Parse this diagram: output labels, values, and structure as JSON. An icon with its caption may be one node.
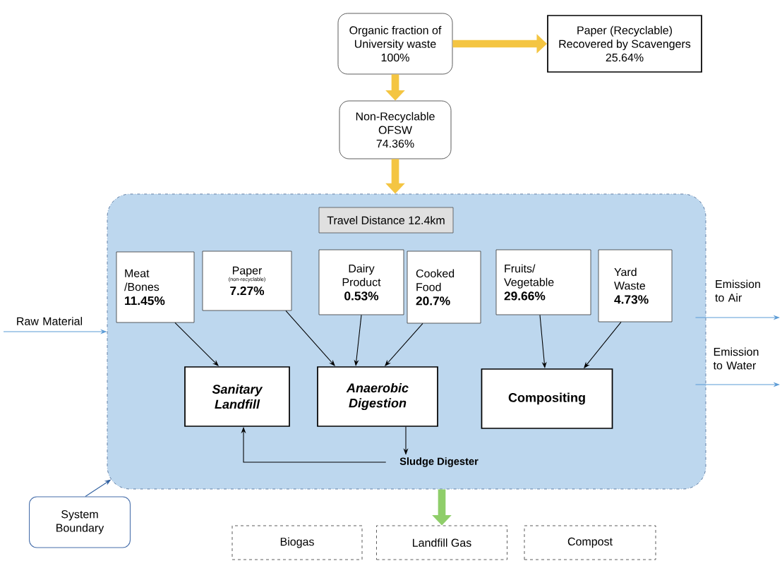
{
  "diagram": {
    "nodes": [
      {
        "text": [
          "Organic fraction of University waste",
          "100%"
        ]
      },
      {
        "text": [
          "Paper (Recyclable) Recovered by Scavengers",
          "25.64%"
        ]
      },
      {
        "text": [
          "Non-Recyclable OFSW",
          "74.36%"
        ]
      },
      {
        "text": [],
        "shape": "box"
      },
      {
        "text": [
          "Travel Distance 12.4km"
        ],
        "in": 3
      },
      {
        "text": [
          "Meat /Bones",
          "11.45%"
        ],
        "in": 3
      },
      {
        "text": [
          "Paper",
          "(non-recyclable)",
          "7.27%"
        ],
        "in": 3
      },
      {
        "text": [
          "Dairy Product",
          "0.53%"
        ],
        "in": 3
      },
      {
        "text": [
          "Cooked Food",
          "20.7%"
        ],
        "in": 3
      },
      {
        "text": [
          "Fruits/ Vegetable",
          "29.66%"
        ],
        "in": 3
      },
      {
        "text": [
          "Yard Waste",
          "4.73%"
        ],
        "in": 3
      },
      {
        "text": [
          "Sanitary Landfill"
        ],
        "in": 3
      },
      {
        "text": [
          "Anaerobic Digestion"
        ],
        "in": 3
      },
      {
        "text": [
          "Compositing"
        ],
        "in": 3
      },
      {
        "text": [
          "Sludge Digester"
        ],
        "in": 3
      },
      {
        "text": [
          "System Boundary"
        ]
      },
      {
        "text": [
          "Biogas"
        ]
      },
      {
        "text": [
          "Landfill Gas"
        ]
      },
      {
        "text": [
          "Compost"
        ]
      }
    ],
    "edges": [
      {
        "from": 0,
        "to": 1,
        "arrow": "to",
        "style": "thick",
        "color": "#f4c542"
      },
      {
        "from": 0,
        "to": 2,
        "arrow": "to",
        "style": "thick",
        "color": "#f4c542"
      },
      {
        "from": 2,
        "to": 3,
        "arrow": "to",
        "style": "thick",
        "color": "#f4c542"
      },
      {
        "from": 5,
        "to": 11,
        "arrow": "to"
      },
      {
        "from": 6,
        "to": 12,
        "arrow": "to"
      },
      {
        "from": 7,
        "to": 12,
        "arrow": "to"
      },
      {
        "from": 8,
        "to": 12,
        "arrow": "to"
      },
      {
        "from": 9,
        "to": 13,
        "arrow": "to"
      },
      {
        "from": 10,
        "to": 13,
        "arrow": "to"
      },
      {
        "from": 12,
        "to": 14,
        "arrow": "to"
      },
      {
        "from": 14,
        "to": 11,
        "arrow": "to"
      },
      {
        "from": 3,
        "to": 17,
        "arrow": "to",
        "style": "thick",
        "color": "#8fce6a"
      },
      {
        "from": null,
        "to": 3,
        "arrow": "to",
        "label": "Raw Material",
        "color": "#5b9bd5"
      },
      {
        "from": 3,
        "to": null,
        "arrow": "to",
        "label": "Emission to Air",
        "color": "#5b9bd5"
      },
      {
        "from": 3,
        "to": null,
        "arrow": "to",
        "label": "Emission to Water",
        "color": "#5b9bd5"
      },
      {
        "from": 15,
        "to": 3,
        "arrow": "to",
        "color": "#2f5f9f"
      }
    ]
  }
}
